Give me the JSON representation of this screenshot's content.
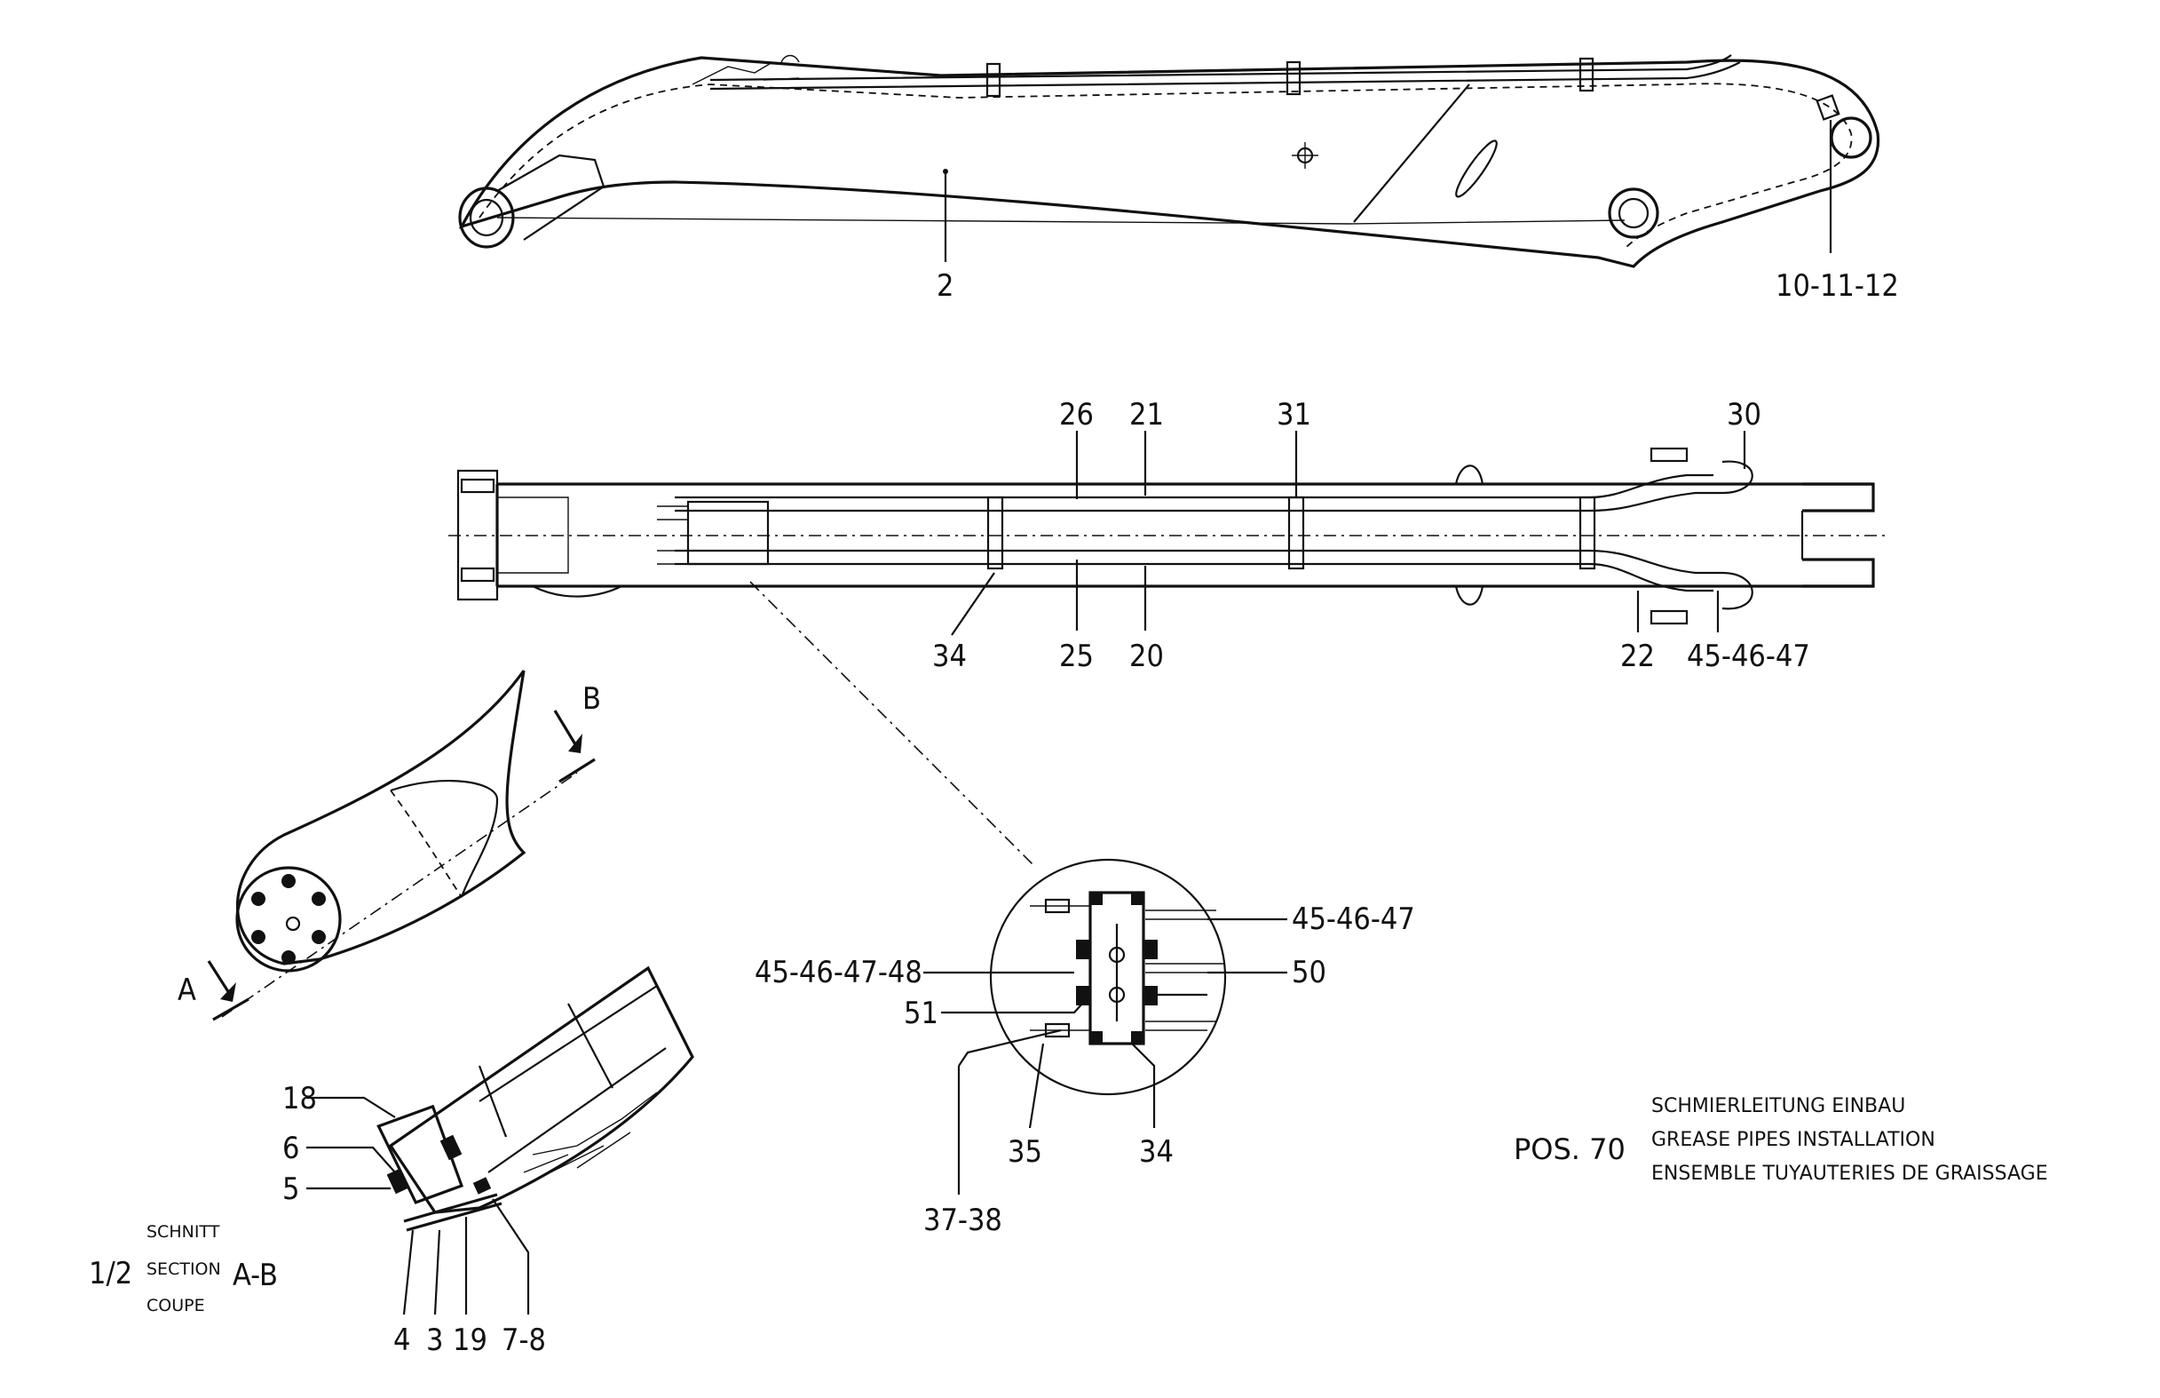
{
  "side_view": {
    "labels": {
      "main_part": "2",
      "grease_point": "10-11-12"
    }
  },
  "top_view": {
    "labels": {
      "a": "26",
      "b": "21",
      "c": "31",
      "d": "30",
      "e": "34",
      "f": "25",
      "g": "20",
      "h": "22",
      "i": "45-46-47"
    }
  },
  "section_view": {
    "marker_a": "A",
    "marker_b": "B",
    "labels": {
      "p18": "18",
      "p6": "6",
      "p5": "5",
      "p4": "4",
      "p3": "3",
      "p19": "19",
      "p78": "7-8"
    },
    "caption": {
      "scale": "1/2",
      "line1": "SCHNITT",
      "line2": "SECTION",
      "line3": "COUPE",
      "section_id": "A-B"
    }
  },
  "detail_view": {
    "labels": {
      "tr": "45-46-47",
      "l1": "45-46-47-48",
      "r50": "50",
      "l51": "51",
      "b35": "35",
      "b34": "34",
      "b3738": "37-38"
    }
  },
  "title_block": {
    "pos": "POS. 70",
    "line_de": "SCHMIERLEITUNG EINBAU",
    "line_en": "GREASE PIPES INSTALLATION",
    "line_fr": "ENSEMBLE TUYAUTERIES DE GRAISSAGE"
  }
}
